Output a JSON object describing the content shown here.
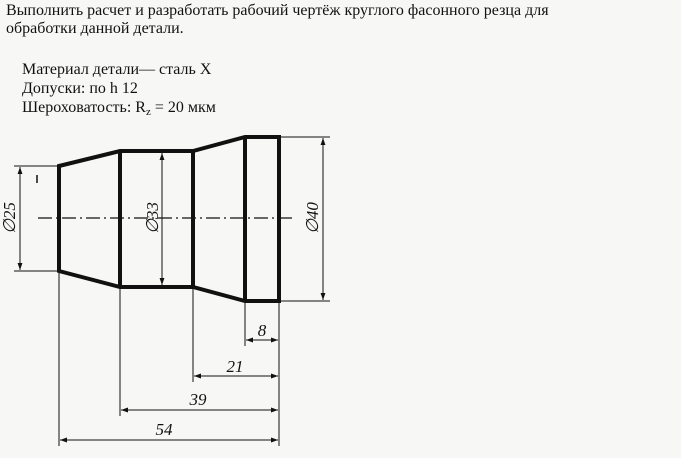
{
  "task": {
    "line1": "Выполнить расчет и разработать рабочий чертёж круглого фасонного резца для",
    "line2": "обработки данной детали."
  },
  "params": {
    "material": "Материал детали— сталь Х",
    "tolerance": "Допуски: по  h 12",
    "roughness_prefix": "Шероховатость:  R",
    "roughness_sub": "z",
    "roughness_suffix": " = 20 мкм"
  },
  "dimensions": {
    "d25": "∅25",
    "d33": "∅33",
    "d40": "∅40",
    "l8": "8",
    "l21": "21",
    "l39": "39",
    "l54": "54"
  }
}
